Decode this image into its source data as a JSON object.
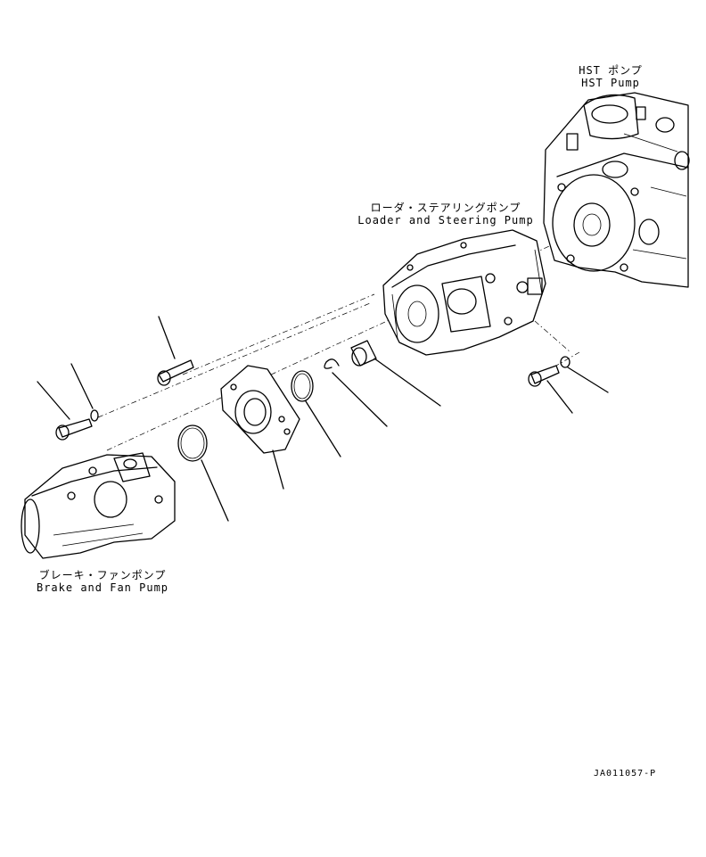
{
  "labels": {
    "hst_pump": {
      "jp": "HST ポンプ",
      "en": "HST Pump"
    },
    "loader_steering_pump": {
      "jp": "ローダ・ステアリングポンプ",
      "en": "Loader and Steering Pump"
    },
    "brake_fan_pump": {
      "jp": "ブレーキ・ファンポンプ",
      "en": "Brake and Fan Pump"
    }
  },
  "drawing_id": "JA011057-P",
  "colors": {
    "line": "#000000",
    "background": "#ffffff"
  }
}
